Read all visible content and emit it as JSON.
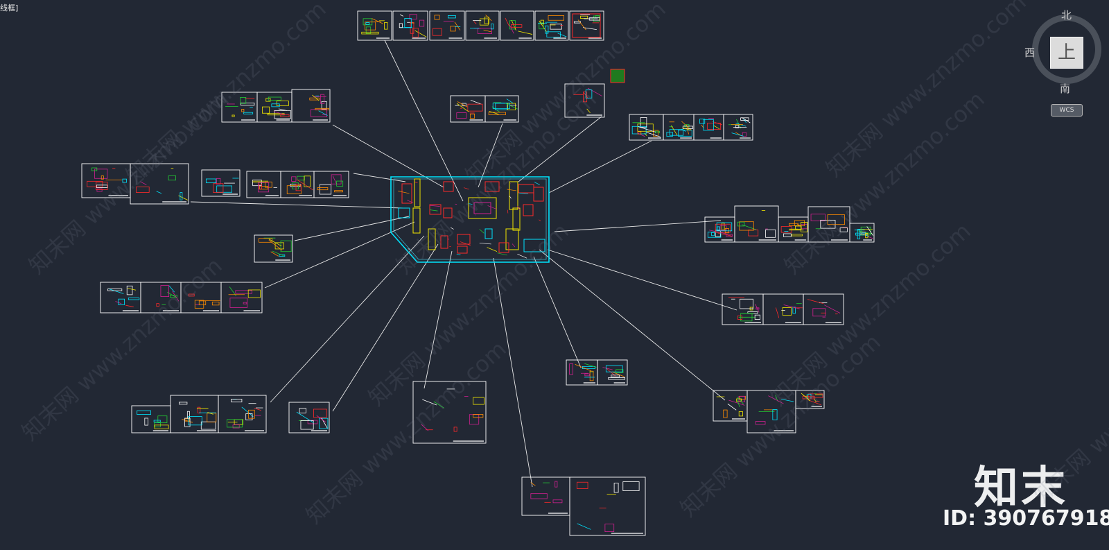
{
  "viewport": {
    "label": "线框]"
  },
  "viewcube": {
    "north": "北",
    "west": "西",
    "south": "南",
    "face": "上",
    "wcs": "WCS"
  },
  "watermark": {
    "text": "知末网 www.znzmo.com"
  },
  "brand": {
    "logo": "知末",
    "id": "ID: 390767918"
  },
  "colors": {
    "background": "#222834",
    "frame": "#ffffff",
    "cyan": "#00e5ff",
    "yellow": "#f2e600",
    "red": "#ff2a2a",
    "green": "#22cc33",
    "magenta": "#d02090"
  }
}
